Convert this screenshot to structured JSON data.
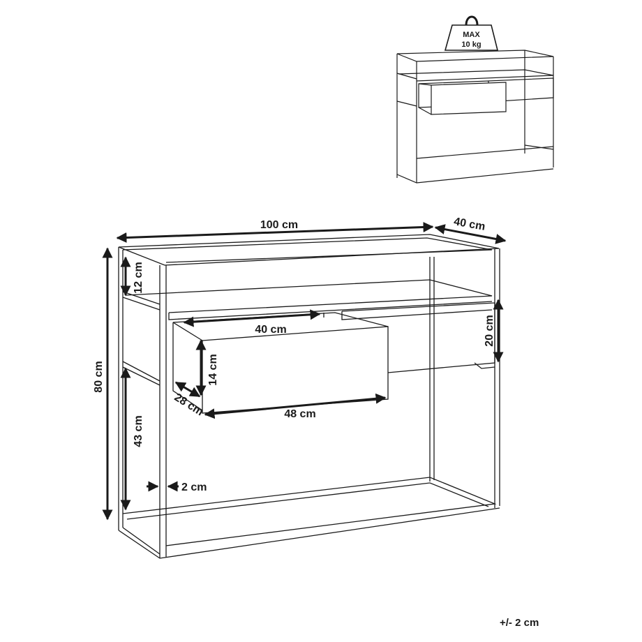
{
  "diagram": {
    "type": "product-dimension-drawing",
    "subject": "console table with two drawers and metal frame",
    "colors": {
      "line": "#1a1a1a",
      "background": "#ffffff"
    }
  },
  "inset": {
    "weight_badge": {
      "line1": "MAX",
      "line2": "10 kg"
    }
  },
  "dimensions": {
    "width": "100 cm",
    "depth": "40 cm",
    "height": "80 cm",
    "top_shelf_gap": "12 cm",
    "drawer_box_height": "20 cm",
    "drawer_inner_width": "40 cm",
    "drawer_front_height": "14 cm",
    "drawer_depth": "28 cm",
    "drawer_front_width": "48 cm",
    "bottom_clearance": "43 cm",
    "frame_thickness": "2 cm"
  },
  "footer": {
    "tolerance": "+/- 2 cm"
  }
}
